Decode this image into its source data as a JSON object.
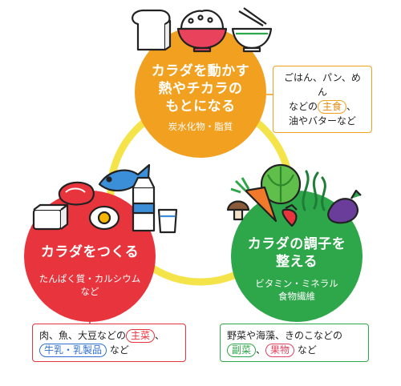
{
  "colors": {
    "energy": "#F2A01F",
    "body": "#E8343D",
    "condition": "#2EA64A",
    "ring": "#F5E34A",
    "blue": "#2F6FD0",
    "pink": "#E2425D"
  },
  "energy": {
    "title_line1": "カラダを動かす",
    "title_line2": "熱やチカラの",
    "title_line3": "もとになる",
    "sub": "炭水化物・脂質",
    "note_line1": "ごはん、パン、めん",
    "note_prefix": "などの",
    "note_tag": "主食",
    "note_suffix": "、",
    "note_line3": "油やバターなど",
    "icons": [
      "bread-icon",
      "rice-bowl-icon",
      "noodle-bowl-icon"
    ]
  },
  "body": {
    "title": "カラダをつくる",
    "sub_line1": "たんぱく質・カルシウム",
    "sub_line2": "など",
    "note_prefix": "肉、魚、大豆などの",
    "note_tag1": "主菜",
    "note_mid": "、",
    "note_tag2": "牛乳・乳製品",
    "note_suffix": "など",
    "icons": [
      "fish-icon",
      "meat-icon",
      "egg-icon",
      "milk-carton-icon",
      "milk-glass-icon",
      "tofu-icon"
    ]
  },
  "condition": {
    "title_line1": "カラダの調子を",
    "title_line2": "整える",
    "sub_line1": "ビタミン・ミネラル",
    "sub_line2": "食物繊維",
    "note_line1": "野菜や海藻、きのこなどの",
    "note_tag1": "副菜",
    "note_mid": "、",
    "note_tag2": "果物",
    "note_suffix": "など",
    "icons": [
      "cabbage-icon",
      "carrot-icon",
      "mushroom-icon",
      "strawberry-icon",
      "seaweed-icon",
      "eggplant-icon"
    ]
  }
}
